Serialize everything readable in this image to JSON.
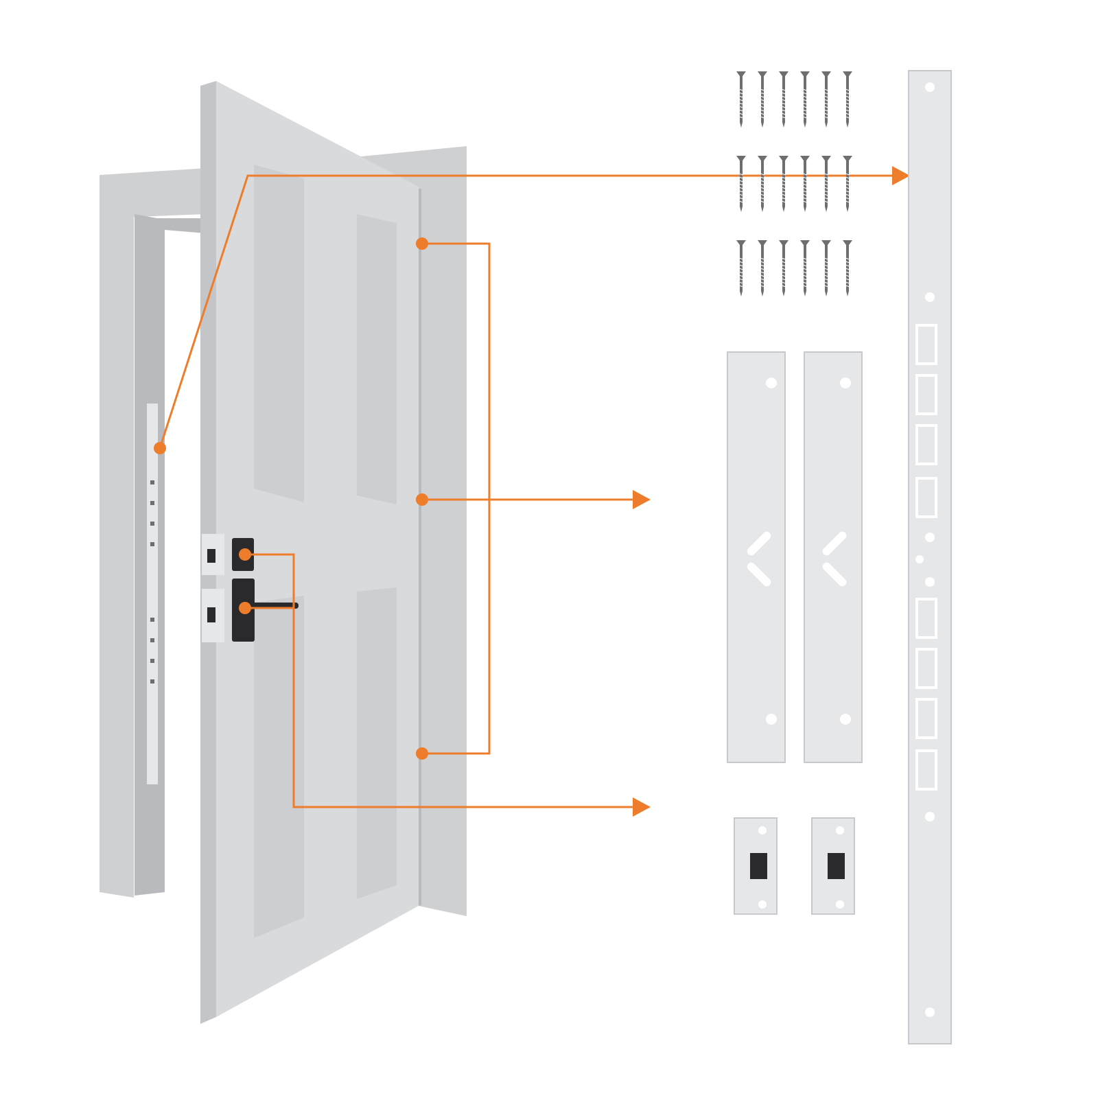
{
  "colors": {
    "background": "#ffffff",
    "accent": "#ee7d2b",
    "frame": "#cfd0d2",
    "frame_shade": "#b9babd",
    "door": "#d9dadc",
    "door_edge": "#c4c5c8",
    "panel": "#cdced1",
    "metal": "#e6e7e9",
    "metal_edge": "#c7c8cb",
    "screw": "#6d6e70",
    "handle": "#2a2a2c"
  },
  "diagram": {
    "scene": "door-reinforcement-kit",
    "parts": [
      {
        "name": "door-frame",
        "icon": "door-frame-icon"
      },
      {
        "name": "door-leaf",
        "icon": "door-icon"
      },
      {
        "name": "lever-handle",
        "icon": "lever-handle-icon"
      },
      {
        "name": "wood-screws",
        "icon": "screw-icon",
        "quantity": 18
      },
      {
        "name": "long-jamb-strike-plate",
        "icon": "strike-plate-icon"
      },
      {
        "name": "hinge-reinforcement-plates",
        "icon": "hinge-plate-icon",
        "quantity": 2
      },
      {
        "name": "latch-wrap-plates",
        "icon": "latch-plate-icon",
        "quantity": 2
      }
    ],
    "callouts": [
      {
        "from": "door-frame-strike",
        "to": "long-jamb-strike-plate"
      },
      {
        "from": "door-hinges",
        "to": "hinge-reinforcement-plates"
      },
      {
        "from": "door-lock",
        "to": "latch-wrap-plates"
      }
    ]
  }
}
